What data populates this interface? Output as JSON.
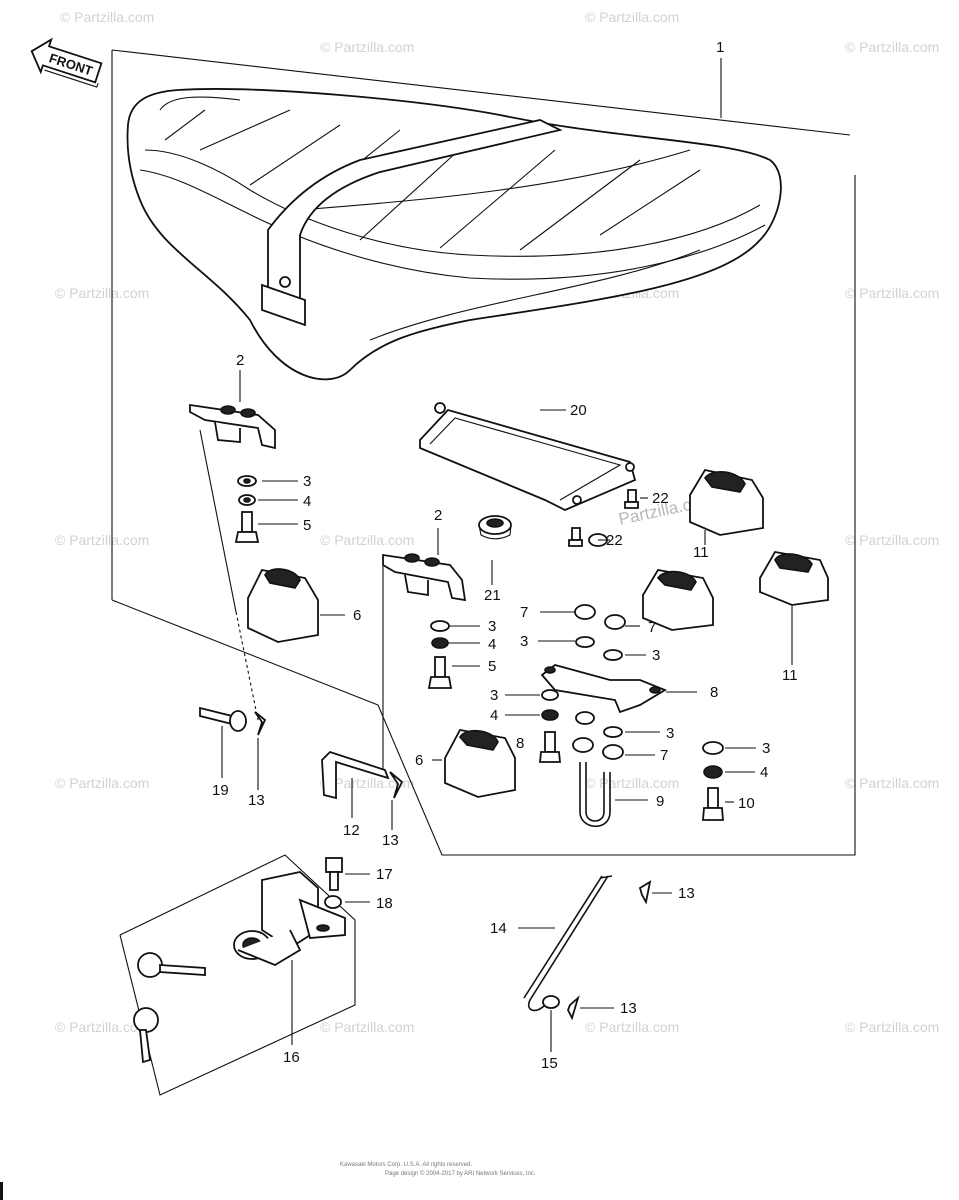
{
  "front_label": "FRONT",
  "watermark": "© Partzilla.com",
  "watermark_center": "Partzilla.com",
  "copyright_line1": "Kawasaki Motors Corp. U.S.A. All rights reserved.",
  "copyright_line2": "Page design © 2004-2017 by ARI Network Services, Inc.",
  "callouts": [
    "1",
    "2",
    "2",
    "3",
    "4",
    "5",
    "6",
    "3",
    "4",
    "5",
    "6",
    "7",
    "7",
    "3",
    "3",
    "3",
    "4",
    "8",
    "8",
    "3",
    "3",
    "4",
    "7",
    "9",
    "10",
    "11",
    "11",
    "12",
    "13",
    "13",
    "13",
    "13",
    "14",
    "15",
    "16",
    "17",
    "18",
    "19",
    "20",
    "21",
    "22",
    "22"
  ]
}
